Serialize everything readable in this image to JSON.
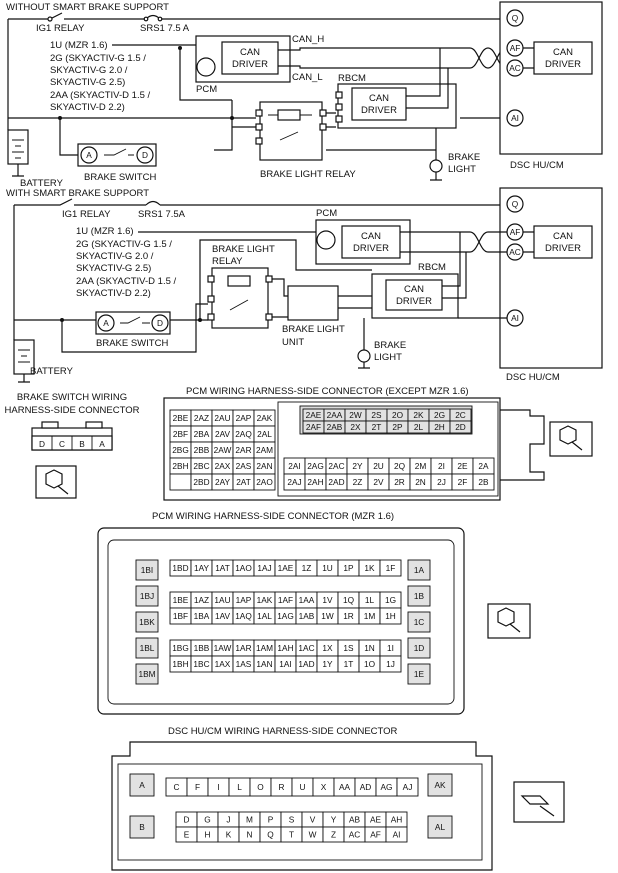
{
  "diagram_a": {
    "title": "WITHOUT SMART BRAKE SUPPORT",
    "ig1_relay": "IG1 RELAY",
    "srs1": "SRS1 7.5 A",
    "engines": [
      "1U (MZR 1.6)",
      "2G (SKYACTIV-G 1.5 /",
      "SKYACTIV-G 2.0 /",
      "SKYACTIV-G 2.5)",
      "2AA (SKYACTIV-D 1.5 /",
      "SKYACTIV-D 2.2)"
    ],
    "can_h": "CAN_H",
    "can_l": "CAN_L",
    "pcm": "PCM",
    "rbcm": "RBCM",
    "can_driver_1": "CAN",
    "can_driver_2": "DRIVER",
    "battery": "BATTERY",
    "brake_switch": "BRAKE SWITCH",
    "brake_light_relay": "BRAKE LIGHT RELAY",
    "brake_light_1": "BRAKE",
    "brake_light_2": "LIGHT",
    "dsc": "DSC HU/CM",
    "term_q": "Q",
    "term_af": "AF",
    "term_ac": "AC",
    "term_ai": "AI",
    "term_a": "A",
    "term_d": "D"
  },
  "diagram_b": {
    "title": "WITH SMART BRAKE SUPPORT",
    "ig1_relay": "IG1 RELAY",
    "srs1": "SRS1 7.5A",
    "engines": [
      "1U (MZR 1.6)",
      "2G (SKYACTIV-G 1.5 /",
      "SKYACTIV-G 2.0 /",
      "SKYACTIV-G 2.5)",
      "2AA (SKYACTIV-D 1.5 /",
      "SKYACTIV-D 2.2)"
    ],
    "pcm": "PCM",
    "rbcm": "RBCM",
    "can_driver_1": "CAN",
    "can_driver_2": "DRIVER",
    "brake_light_relay_1": "BRAKE LIGHT",
    "brake_light_relay_2": "RELAY",
    "brake_light_unit_1": "BRAKE LIGHT",
    "brake_light_unit_2": "UNIT",
    "battery": "BATTERY",
    "brake_switch": "BRAKE SWITCH",
    "brake_light_1": "BRAKE",
    "brake_light_2": "LIGHT",
    "dsc": "DSC HU/CM",
    "term_q": "Q",
    "term_af": "AF",
    "term_ac": "AC",
    "term_ai": "AI",
    "term_a": "A",
    "term_d": "D"
  },
  "brake_switch_connector": {
    "title_1": "BRAKE SWITCH WIRING",
    "title_2": "HARNESS-SIDE CONNECTOR",
    "pins": [
      "D",
      "C",
      "B",
      "A"
    ]
  },
  "pcm_connector_except": {
    "title": "PCM WIRING HARNESS-SIDE CONNECTOR (EXCEPT MZR 1.6)",
    "left_grid": [
      [
        "2BE",
        "2AZ",
        "2AU",
        "2AP",
        "2AK"
      ],
      [
        "2BF",
        "2BA",
        "2AV",
        "2AQ",
        "2AL"
      ],
      [
        "2BG",
        "2BB",
        "2AW",
        "2AR",
        "2AM"
      ],
      [
        "2BH",
        "2BC",
        "2AX",
        "2AS",
        "2AN"
      ],
      [
        "",
        "2BD",
        "2AY",
        "2AT",
        "2AO"
      ]
    ],
    "right_top": [
      [
        "2AE",
        "2AA",
        "2W",
        "2S",
        "2O",
        "2K",
        "2G",
        "2C"
      ],
      [
        "2AF",
        "2AB",
        "2X",
        "2T",
        "2P",
        "2L",
        "2H",
        "2D"
      ]
    ],
    "right_bottom": [
      [
        "2AI",
        "2AG",
        "2AC",
        "2Y",
        "2U",
        "2Q",
        "2M",
        "2I",
        "2E",
        "2A"
      ],
      [
        "2AJ",
        "2AH",
        "2AD",
        "2Z",
        "2V",
        "2R",
        "2N",
        "2J",
        "2F",
        "2B"
      ]
    ]
  },
  "pcm_connector_mzr": {
    "title": "PCM WIRING HARNESS-SIDE CONNECTOR (MZR 1.6)",
    "left_pins": [
      "1BI",
      "1BJ",
      "1BK",
      "1BL",
      "1BM"
    ],
    "right_pins": [
      "1A",
      "1B",
      "1C",
      "1D",
      "1E"
    ],
    "row1": [
      "1BD",
      "1AY",
      "1AT",
      "1AO",
      "1AJ",
      "1AE",
      "1Z",
      "1U",
      "1P",
      "1K",
      "1F"
    ],
    "row2": [
      "1BE",
      "1AZ",
      "1AU",
      "1AP",
      "1AK",
      "1AF",
      "1AA",
      "1V",
      "1Q",
      "1L",
      "1G"
    ],
    "row3": [
      "1BF",
      "1BA",
      "1AV",
      "1AQ",
      "1AL",
      "1AG",
      "1AB",
      "1W",
      "1R",
      "1M",
      "1H"
    ],
    "row4": [
      "1BG",
      "1BB",
      "1AW",
      "1AR",
      "1AM",
      "1AH",
      "1AC",
      "1X",
      "1S",
      "1N",
      "1I"
    ],
    "row5": [
      "1BH",
      "1BC",
      "1AX",
      "1AS",
      "1AN",
      "1AI",
      "1AD",
      "1Y",
      "1T",
      "1O",
      "1J"
    ]
  },
  "dsc_connector": {
    "title": "DSC HU/CM WIRING HARNESS-SIDE CONNECTOR",
    "big_left": [
      "A",
      "B"
    ],
    "big_right": [
      "AK",
      "AL"
    ],
    "row1": [
      "C",
      "F",
      "I",
      "L",
      "O",
      "R",
      "U",
      "X",
      "AA",
      "AD",
      "AG",
      "AJ"
    ],
    "row2": [
      "D",
      "G",
      "J",
      "M",
      "P",
      "S",
      "V",
      "Y",
      "AB",
      "AE",
      "AH"
    ],
    "row3": [
      "E",
      "H",
      "K",
      "N",
      "Q",
      "T",
      "W",
      "Z",
      "AC",
      "AF",
      "AI"
    ]
  }
}
